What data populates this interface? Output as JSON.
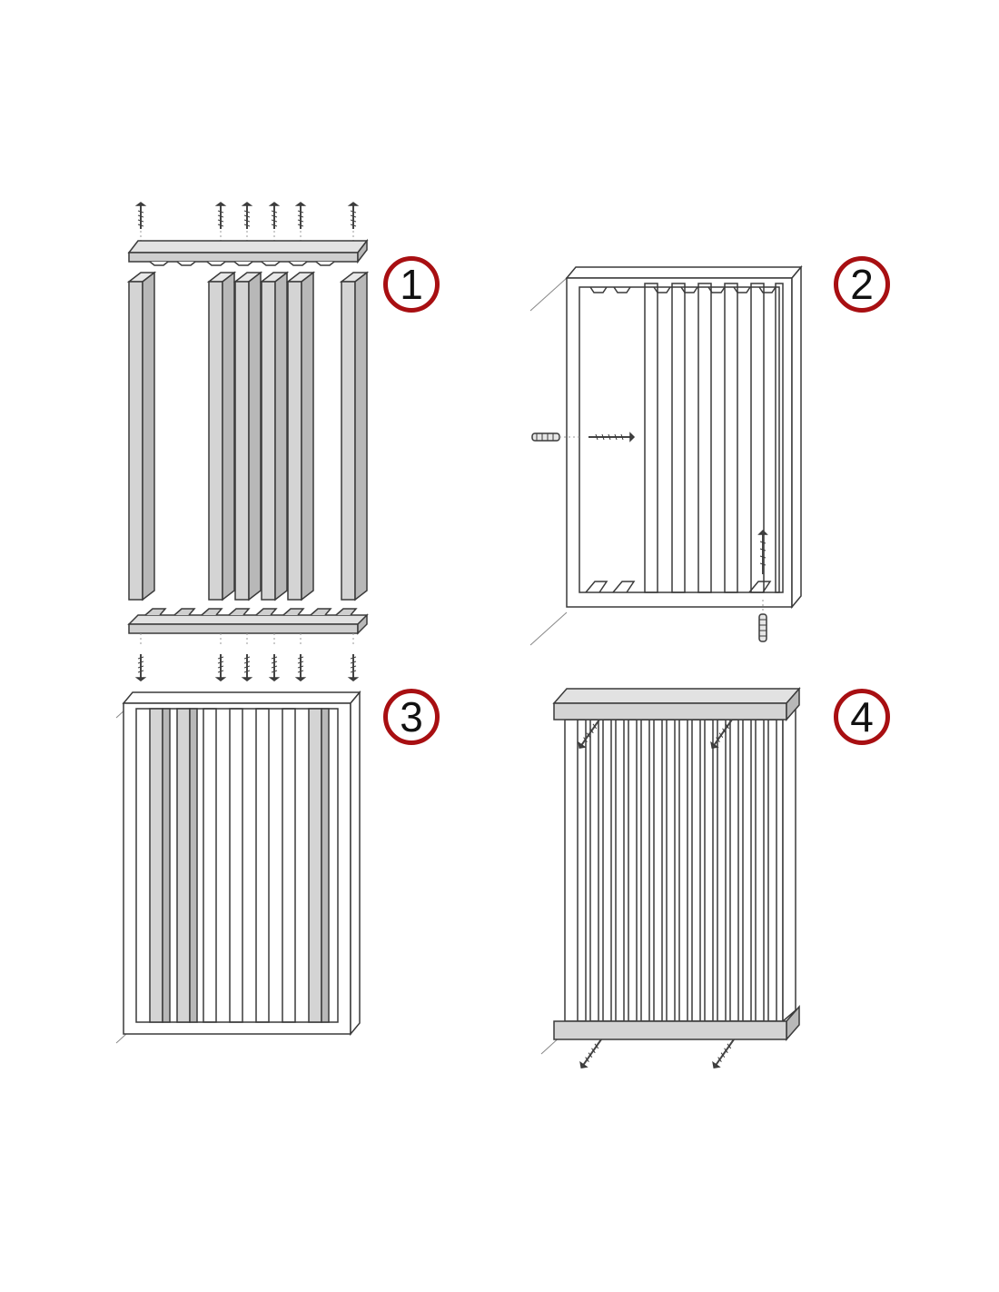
{
  "steps": [
    {
      "number": "1"
    },
    {
      "number": "2"
    },
    {
      "number": "3"
    },
    {
      "number": "4"
    }
  ],
  "colors": {
    "badge_ring": "#a80f12",
    "line": "#3a3a3a",
    "slat_fill": "#d4d4d4",
    "slat_shade": "#b8b8b8",
    "background": "#ffffff"
  }
}
